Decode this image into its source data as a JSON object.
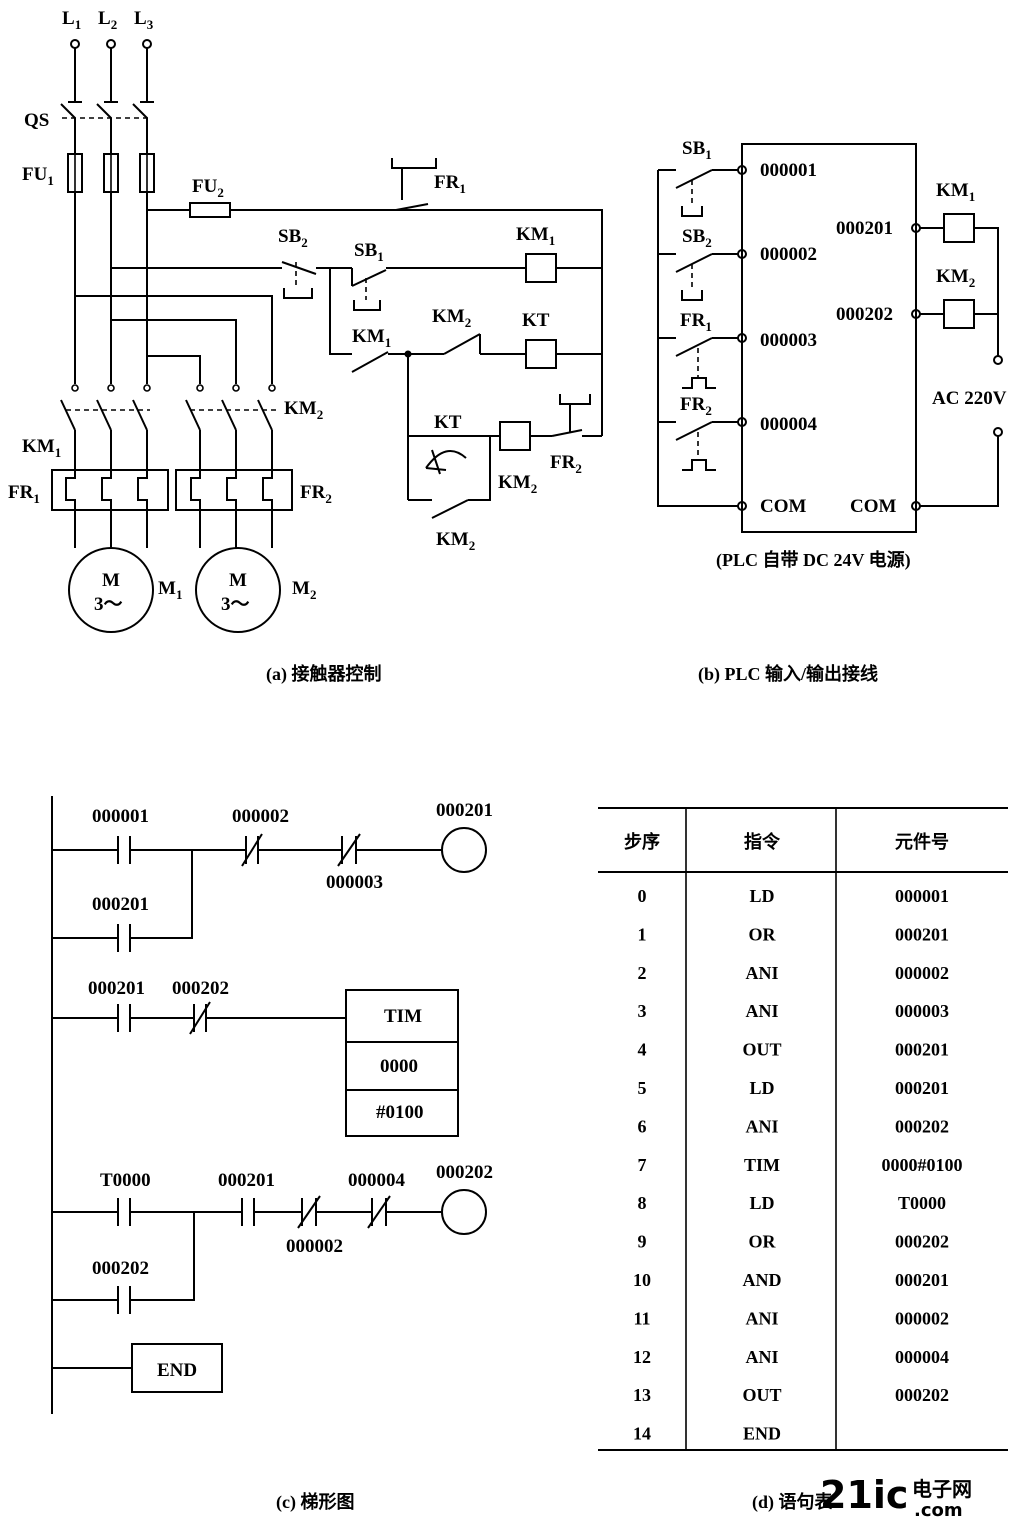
{
  "captions": {
    "a": "(a) 接触器控制",
    "b": "(b) PLC 输入/输出接线",
    "c": "(c) 梯形图",
    "d": "(d) 语句表",
    "b_note": "(PLC 自带 DC 24V 电源)"
  },
  "panel_a": {
    "L1": "L",
    "L1s": "1",
    "L2": "L",
    "L2s": "2",
    "L3": "L",
    "L3s": "3",
    "QS": "QS",
    "FU1": "FU",
    "FU1s": "1",
    "FU2": "FU",
    "FU2s": "2",
    "FR1_top": "FR",
    "FR1_tops": "1",
    "SB2": "SB",
    "SB2s": "2",
    "SB1": "SB",
    "SB1s": "1",
    "KM1_coil": "KM",
    "KM1_coils": "1",
    "KM1_c": "KM",
    "KM1_cs": "1",
    "KM2_nc": "KM",
    "KM2_ncs": "2",
    "KT_coil": "KT",
    "KT_c": "KT",
    "KM2_coil": "KM",
    "KM2_coils": "2",
    "FR2_c": "FR",
    "FR2_cs": "2",
    "KM2_c": "KM",
    "KM2_cs": "2",
    "KM1_main": "KM",
    "KM1_mains": "1",
    "KM2_main": "KM",
    "KM2_mains": "2",
    "FR1_el": "FR",
    "FR1_els": "1",
    "FR2_el": "FR",
    "FR2_els": "2",
    "M": "M",
    "M3": "3～",
    "M1": "M",
    "M1s": "1",
    "M2": "M",
    "M2s": "2"
  },
  "panel_b": {
    "in1": "SB",
    "in1s": "1",
    "in2": "SB",
    "in2s": "2",
    "in3": "FR",
    "in3s": "1",
    "in4": "FR",
    "in4s": "2",
    "addr1": "000001",
    "addr2": "000002",
    "addr3": "000003",
    "addr4": "000004",
    "com_in": "COM",
    "com_out": "COM",
    "out1": "000201",
    "out2": "000202",
    "km1": "KM",
    "km1s": "1",
    "km2": "KM",
    "km2s": "2",
    "ac": "AC 220V"
  },
  "panel_c": {
    "r1a": "000001",
    "r1b": "000002",
    "r1c": "000003",
    "r1coil": "000201",
    "r1p": "000201",
    "r2a": "000201",
    "r2b": "000202",
    "tim": "TIM",
    "tim_no": "0000",
    "tim_set": "#0100",
    "r3a": "T0000",
    "r3b": "000201",
    "r3c": "000002",
    "r3d": "000004",
    "r3coil": "000202",
    "r3p": "000202",
    "end": "END"
  },
  "panel_d": {
    "headers": [
      "步序",
      "指令",
      "元件号"
    ],
    "rows": [
      [
        "0",
        "LD",
        "000001"
      ],
      [
        "1",
        "OR",
        "000201"
      ],
      [
        "2",
        "ANI",
        "000002"
      ],
      [
        "3",
        "ANI",
        "000003"
      ],
      [
        "4",
        "OUT",
        "000201"
      ],
      [
        "5",
        "LD",
        "000201"
      ],
      [
        "6",
        "ANI",
        "000202"
      ],
      [
        "7",
        "TIM",
        "0000#0100"
      ],
      [
        "8",
        "LD",
        "T0000"
      ],
      [
        "9",
        "OR",
        "000202"
      ],
      [
        "10",
        "AND",
        "000201"
      ],
      [
        "11",
        "ANI",
        "000002"
      ],
      [
        "12",
        "ANI",
        "000004"
      ],
      [
        "13",
        "OUT",
        "000202"
      ],
      [
        "14",
        "END",
        ""
      ]
    ]
  },
  "watermark": {
    "a": "21ic",
    "b": "电子网",
    "c": ".com"
  },
  "colors": {
    "watermark_red": "#e8322c",
    "watermark_blue": "#2a4fa6"
  }
}
